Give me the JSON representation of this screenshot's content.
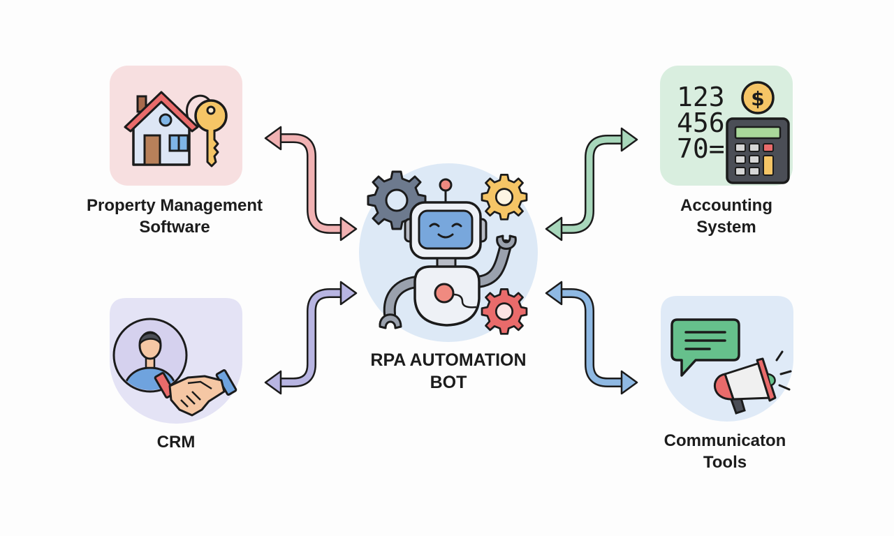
{
  "diagram": {
    "center": {
      "name": "rpa-automation-bot",
      "label_lines": [
        "RPA AUTOMATION",
        "BOT"
      ],
      "icon": "robot-with-gears-icon",
      "bg_color": "#dde9f6"
    },
    "nodes": [
      {
        "id": "property-management",
        "label_lines": [
          "Property Management",
          "Software"
        ],
        "icon": "house-key-icon",
        "bg_color": "#f7dfe0",
        "arrow_color": "#f1b2b3"
      },
      {
        "id": "accounting",
        "label_lines": [
          "Accounting",
          "System"
        ],
        "icon": "calculator-numbers-icon",
        "bg_color": "#d9eedf",
        "arrow_color": "#a8d7bb",
        "icon_text": [
          "123",
          "456",
          "70="
        ]
      },
      {
        "id": "crm",
        "label_lines": [
          "CRM"
        ],
        "icon": "person-handshake-icon",
        "bg_color": "#e4e3f5",
        "arrow_color": "#b8b5e2"
      },
      {
        "id": "communication",
        "label_lines": [
          "Communicaton",
          "Tools"
        ],
        "icon": "chat-megaphone-icon",
        "bg_color": "#dfeaf7",
        "arrow_color": "#8fb9e3"
      }
    ],
    "connections": [
      {
        "from": "property-management",
        "to": "rpa-automation-bot",
        "direction": "bidirectional"
      },
      {
        "from": "accounting",
        "to": "rpa-automation-bot",
        "direction": "bidirectional"
      },
      {
        "from": "crm",
        "to": "rpa-automation-bot",
        "direction": "bidirectional"
      },
      {
        "from": "communication",
        "to": "rpa-automation-bot",
        "direction": "bidirectional"
      }
    ]
  }
}
